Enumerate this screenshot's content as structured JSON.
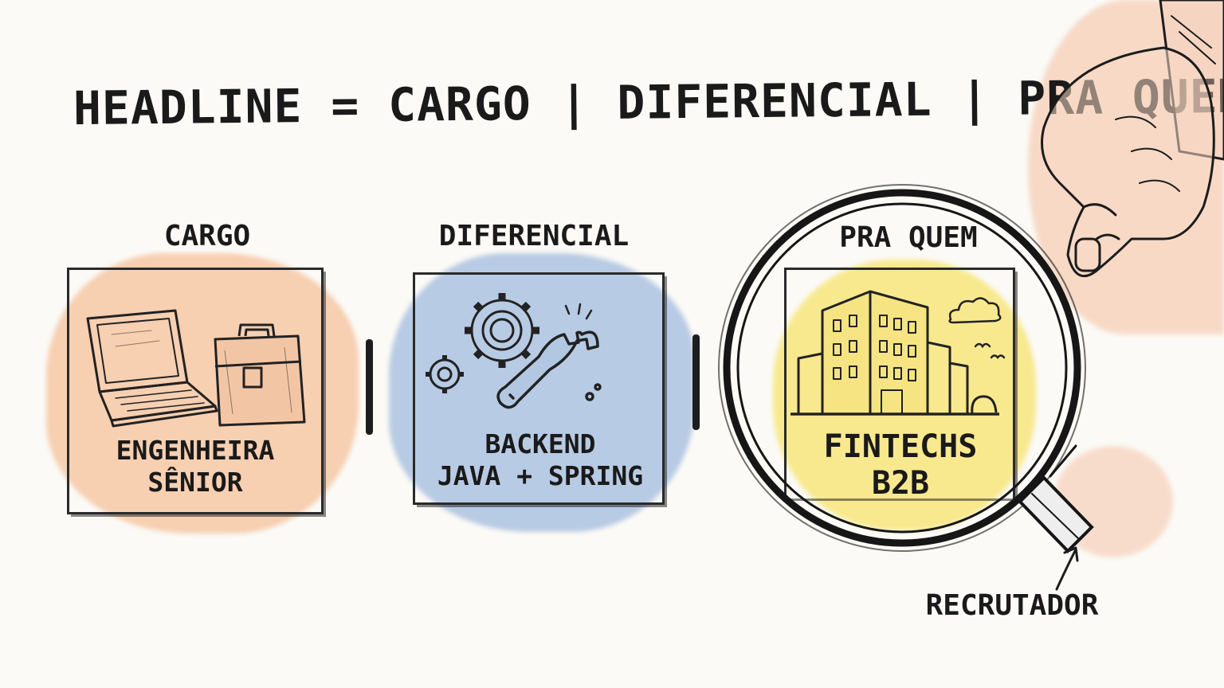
{
  "headline": "Headline = Cargo | Diferencial | Pra Quem",
  "panels": [
    {
      "title": "Cargo",
      "lines": [
        "Engenheira",
        "Sênior"
      ],
      "icons": [
        "laptop-icon",
        "briefcase-icon"
      ],
      "color": "#f7cfb1"
    },
    {
      "title": "Diferencial",
      "lines": [
        "Backend",
        "Java + Spring"
      ],
      "icons": [
        "gears-icon",
        "wrench-icon"
      ],
      "color": "#b8cbe4"
    },
    {
      "title": "Pra Quem",
      "lines": [
        "Fintechs",
        "B2B"
      ],
      "icons": [
        "office-building-icon",
        "cloud-icon",
        "birds-icon"
      ],
      "color": "#f8e98f"
    }
  ],
  "magnifier": {
    "label": "Recrutador",
    "icons": [
      "magnifying-glass-icon",
      "hand-icon",
      "arrow-up-icon"
    ]
  },
  "colors": {
    "ink": "#1a1a1a",
    "paper": "#fbfaf6",
    "skin": "#f7d9c6"
  }
}
